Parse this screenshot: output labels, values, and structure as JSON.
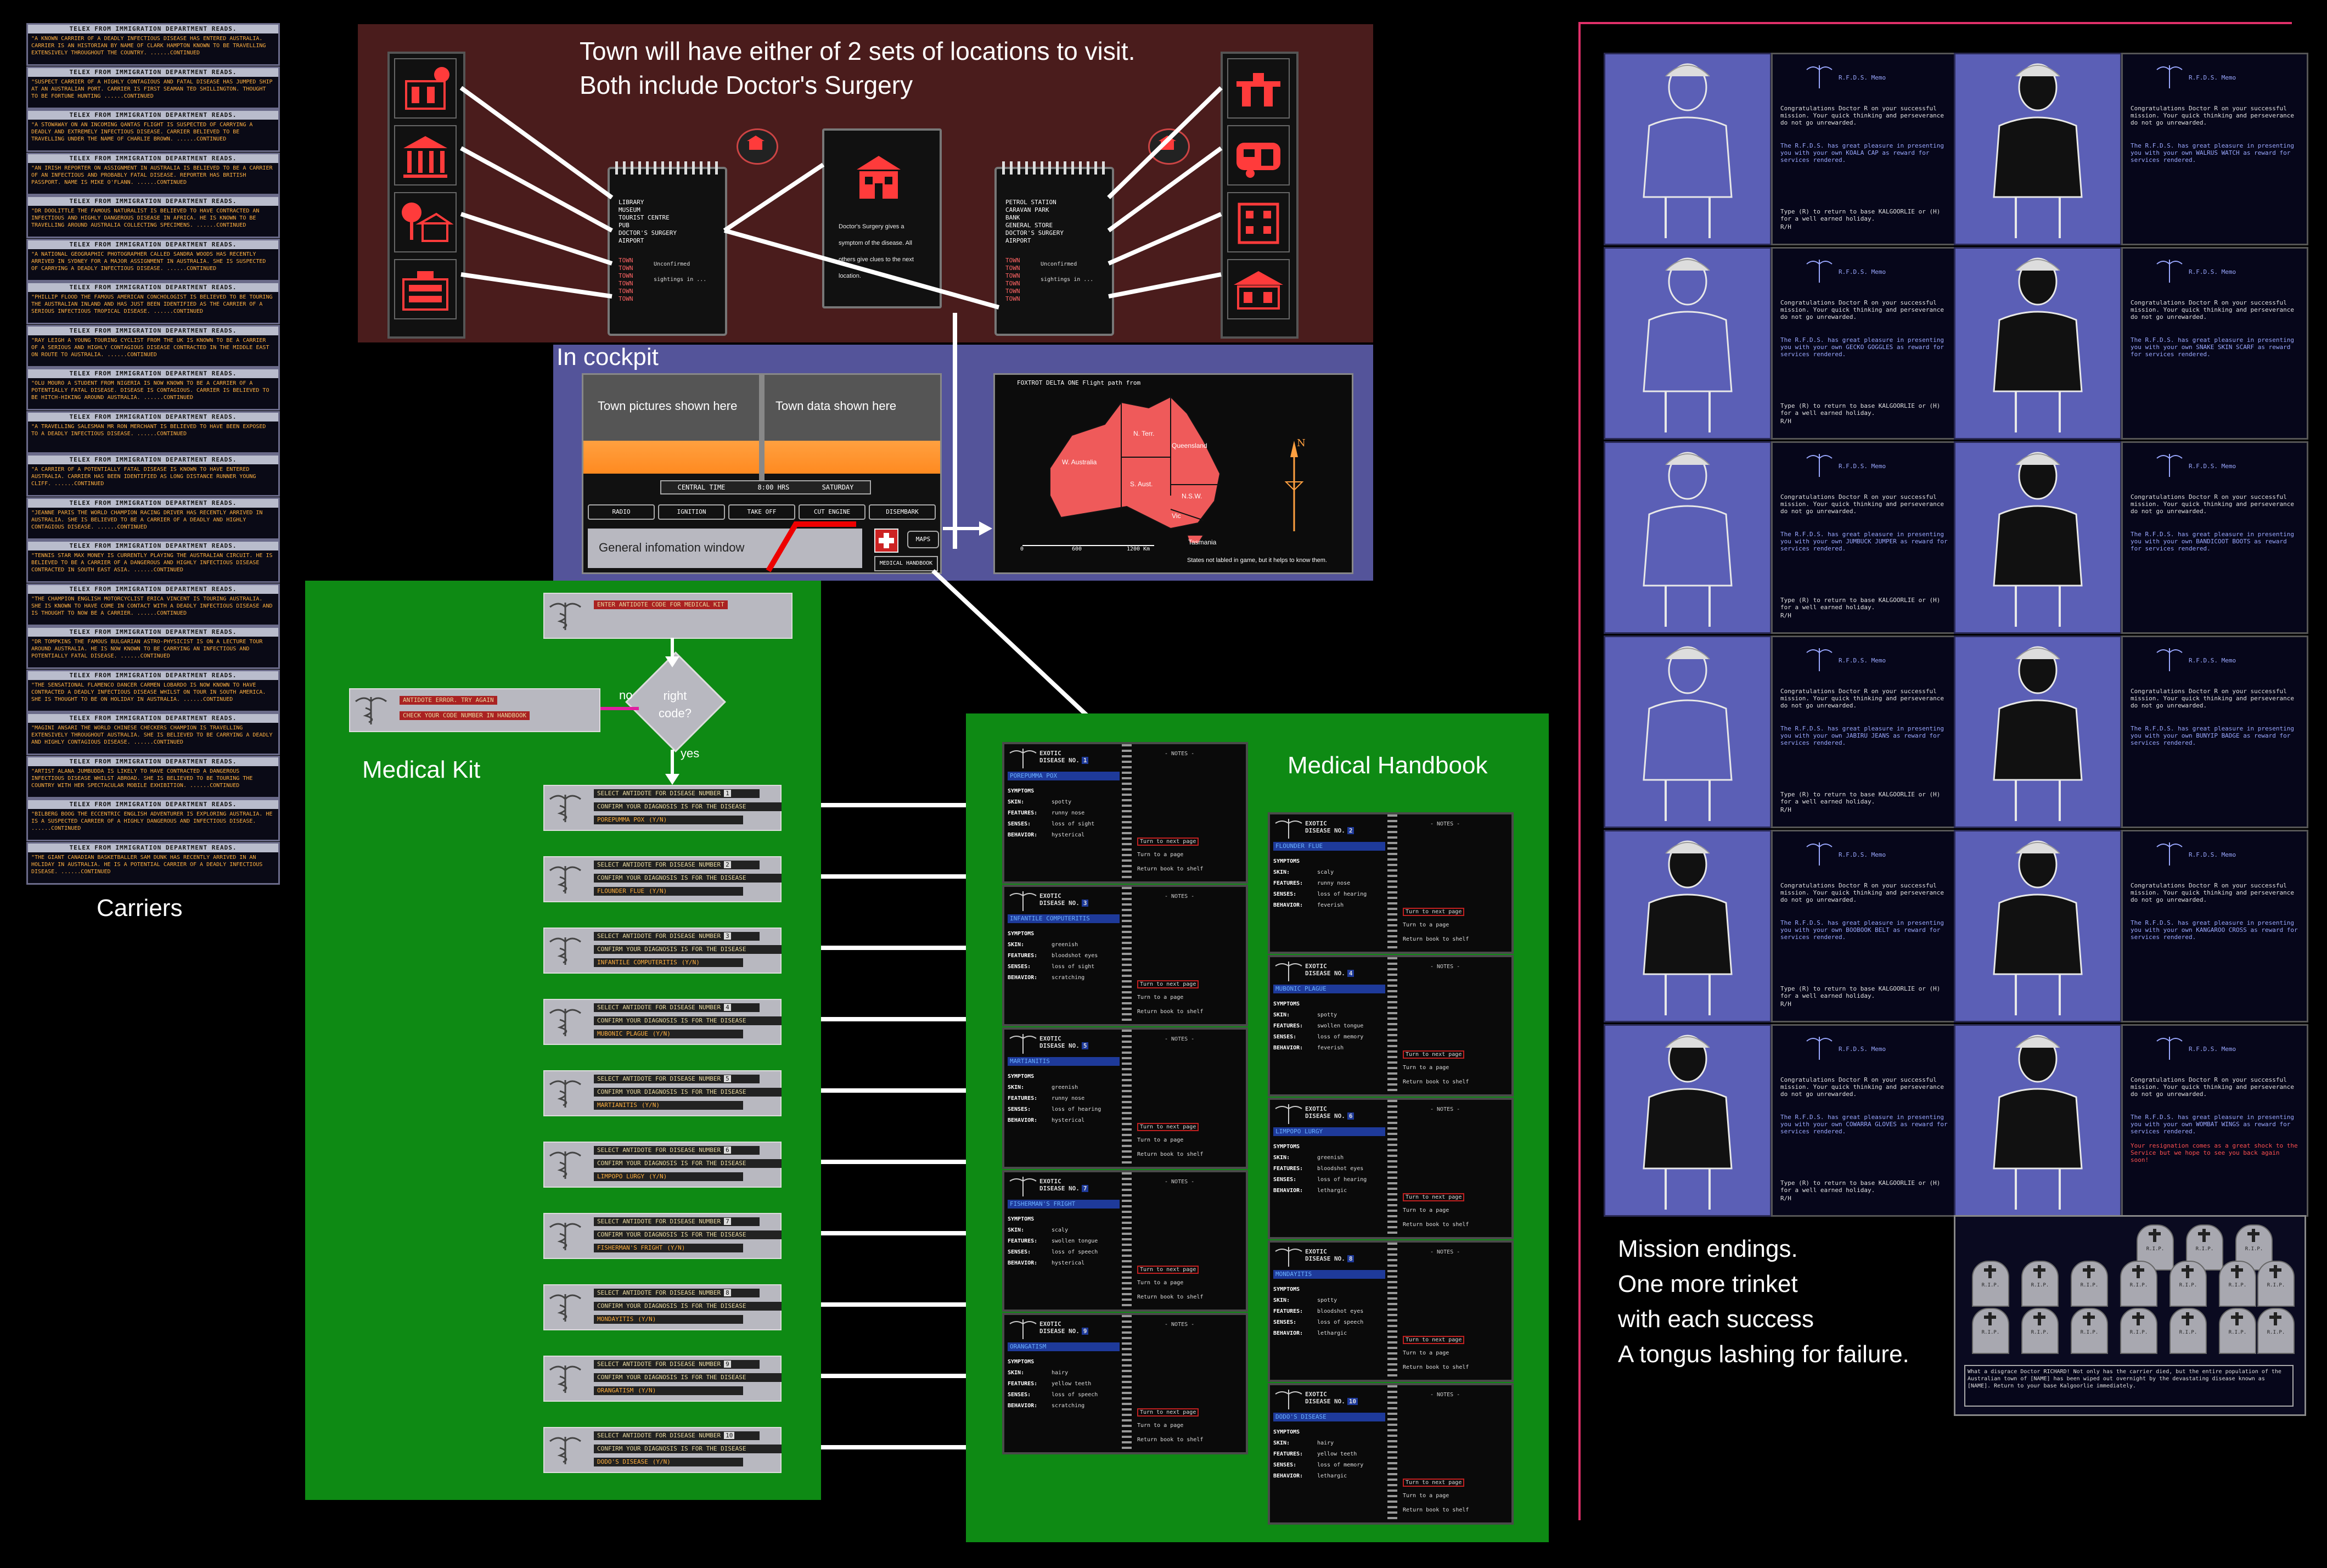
{
  "carriers": {
    "label": "Carriers",
    "header": "TELEX FROM IMMIGRATION DEPARTMENT READS.",
    "messages": [
      "\"A KNOWN CARRIER OF A DEADLY INFECTIOUS DISEASE HAS ENTERED AUSTRALIA. CARRIER IS AN HISTORIAN BY NAME OF CLARK HAMPTON KNOWN TO BE TRAVELLING EXTENSIVELY THROUGHOUT THE COUNTRY. ......CONTINUED",
      "\"SUSPECT CARRIER OF A HIGHLY CONTAGIOUS AND FATAL DISEASE HAS JUMPED SHIP AT AN AUSTRALIAN PORT. CARRIER IS FIRST SEAMAN TED SHILLINGTON. THOUGHT TO BE FORTUNE HUNTING ......CONTINUED",
      "\"A STOWAWAY ON AN INCOMING QANTAS FLIGHT IS SUSPECTED OF CARRYING A DEADLY AND EXTREMELY INFECTIOUS DISEASE. CARRIER BELIEVED TO BE TRAVELLING UNDER THE NAME OF CHARLIE BROWN. ......CONTINUED",
      "\"AN IRISH REPORTER ON ASSIGNMENT IN AUSTRALIA IS BELIEVED TO BE A CARRIER OF AN INFECTIOUS AND PROBABLY FATAL DISEASE. REPORTER HAS BRITISH PASSPORT. NAME IS MIKE O'FLANN. ......CONTINUED",
      "\"DR DOOLITTLE THE FAMOUS NATURALIST IS BELIEVED TO HAVE CONTRACTED AN INFECTIOUS AND HIGHLY DANGEROUS DISEASE IN AFRICA. HE IS KNOWN TO BE TRAVELLING AROUND AUSTRALIA COLLECTING SPECIMENS. ......CONTINUED",
      "\"A NATIONAL GEOGRAPHIC PHOTOGRAPHER CALLED SANDRA WOODS HAS RECENTLY ARRIVED IN SYDNEY FOR A MAJOR ASSIGNMENT IN AUSTRALIA. SHE IS SUSPECTED OF CARRYING A DEADLY INFECTIOUS DISEASE. ......CONTINUED",
      "\"PHILLIP FLOOD THE FAMOUS AMERICAN CONCHOLOGIST IS BELIEVED TO BE TOURING THE AUSTRALIAN INLAND AND HAS JUST BEEN IDENTIFIED AS THE CARRIER OF A SERIOUS INFECTIOUS TROPICAL DISEASE. ......CONTINUED",
      "\"RAY LEIGH A YOUNG TOURING CYCLIST FROM THE UK IS KNOWN TO BE A CARRIER OF A SERIOUS AND HIGHLY CONTAGIOUS DISEASE CONTRACTED IN THE MIDDLE EAST ON ROUTE TO AUSTRALIA. ......CONTINUED",
      "\"OLU MOURO A STUDENT FROM NIGERIA IS NOW KNOWN TO BE A CARRIER OF A POTENTIALLY FATAL DISEASE. DISEASE IS CONTAGIOUS. CARRIER IS BELIEVED TO BE HITCH-HIKING AROUND AUSTRALIA. ......CONTINUED",
      "\"A TRAVELLING SALESMAN MR RON MERCHANT IS BELIEVED TO HAVE BEEN EXPOSED TO A DEADLY INFECTIOUS DISEASE. ......CONTINUED",
      "\"A CARRIER OF A POTENTIALLY FATAL DISEASE IS KNOWN TO HAVE ENTERED AUSTRALIA. CARRIER HAS BEEN IDENTIFIED AS LONG DISTANCE RUNNER YOUNG CLIFF. ......CONTINUED",
      "\"JEANNE PARIS THE WORLD CHAMPION RACING DRIVER HAS RECENTLY ARRIVED IN AUSTRALIA. SHE IS BELIEVED TO BE A CARRIER OF A DEADLY AND HIGHLY CONTAGIOUS DISEASE. ......CONTINUED",
      "\"TENNIS STAR MAX MONEY IS CURRENTLY PLAYING THE AUSTRALIAN CIRCUIT. HE IS BELIEVED TO BE A CARRIER OF A DANGEROUS AND HIGHLY INFECTIOUS DISEASE CONTRACTED IN SOUTH EAST ASIA. ......CONTINUED",
      "\"THE CHAMPION ENGLISH MOTORCYCLIST ERICA VINCENT IS TOURING AUSTRALIA. SHE IS KNOWN TO HAVE COME IN CONTACT WITH A DEADLY INFECTIOUS DISEASE AND IS THOUGHT TO NOW BE A CARRIER. ......CONTINUED",
      "\"DR TOMPKINS THE FAMOUS BULGARIAN ASTRO-PHYSICIST IS ON A LECTURE TOUR AROUND AUSTRALIA. HE IS NOW KNOWN TO BE CARRYING AN INFECTIOUS AND POTENTIALLY FATAL DISEASE. ......CONTINUED",
      "\"THE SENSATIONAL FLAMENCO DANCER CARMEN LOBARDO IS NOW KNOWN TO HAVE CONTRACTED A DEADLY INFECTIOUS DISEASE WHILST ON TOUR IN SOUTH AMERICA. SHE IS THOUGHT TO BE ON HOLIDAY IN AUSTRALIA. ......CONTINUED",
      "\"MAGINI ANSARI THE WORLD CHINESE CHECKERS CHAMPION IS TRAVELLING EXTENSIVELY THROUGHOUT AUSTRALIA. SHE IS BELIEVED TO BE CARRYING A DEADLY AND HIGHLY CONTAGIOUS DISEASE. ......CONTINUED",
      "\"ARTIST ALANA JUMBUDDA IS LIKELY TO HAVE CONTRACTED A DANGEROUS INFECTIOUS DISEASE WHILST ABROAD. SHE IS BELIEVED TO BE TOURING THE COUNTRY WITH HER SPECTACULAR MOBILE EXHIBITION. ......CONTINUED",
      "\"BILBERG BOOG THE ECCENTRIC ENGLISH ADVENTURER IS EXPLORING AUSTRALIA. HE IS A SUSPECTED CARRIER OF A HIGHLY DANGEROUS AND INFECTIOUS DISEASE. ......CONTINUED",
      "\"THE GIANT CANADIAN BASKETBALLER SAM DUNK HAS RECENTLY ARRIVED IN AN HOLIDAY IN AUSTRALIA. HE IS A POTENTIAL CARRIER OF A DEADLY INFECTIOUS DISEASE. ......CONTINUED"
    ]
  },
  "town": {
    "line1": "Town will have either of 2 sets of locations to visit.",
    "line2": "Both include Doctor's Surgery",
    "set_a": [
      "LIBRARY",
      "MUSEUM",
      "TOURIST CENTRE",
      "PUB",
      "DOCTOR'S SURGERY",
      "AIRPORT"
    ],
    "set_b": [
      "PETROL STATION",
      "CARAVAN PARK",
      "BANK",
      "GENERAL STORE",
      "DOCTOR'S SURGERY",
      "AIRPORT"
    ],
    "town_list": [
      "TOWN",
      "TOWN",
      "TOWN",
      "TOWN",
      "TOWN",
      "TOWN"
    ],
    "unconfirmed": "Unconfirmed sightings in ...",
    "surgery_text": "Doctor's Surgery gives a symptom of the disease. All others give clues to the next location."
  },
  "cockpit": {
    "label": "In cockpit",
    "town_pictures": "Town pictures shown here",
    "town_data": "Town data shown here",
    "info_window": "General infomation window",
    "clock_label": "CENTRAL TIME",
    "clock_value": "8:00 HRS",
    "day": "SATURDAY",
    "buttons": [
      "RADIO",
      "IGNITION",
      "TAKE OFF",
      "CUT ENGINE",
      "DISEMBARK"
    ],
    "maps": "MAPS",
    "handbook_btn": "MEDICAL HANDBOOK"
  },
  "map": {
    "title": "FOXTROT DELTA ONE Flight path from",
    "regions": [
      "W. Australia",
      "N. Terr.",
      "Queensland",
      "S. Aust.",
      "N.S.W.",
      "Vic",
      "Tasmania"
    ],
    "scale": [
      "0",
      "600",
      "1200 Km"
    ],
    "note": "States not labled in game, but it helps to know them."
  },
  "kit": {
    "label": "Medical Kit",
    "decision": "right code?",
    "no": "no",
    "yes": "yes",
    "error_line1": "ANTIDOTE ERROR. TRY AGAIN",
    "error_line2": "CHECK YOUR CODE NUMBER IN HANDBOOK",
    "top_row": "ENTER ANTIDOTE CODE FOR MEDICAL KIT",
    "select": "SELECT ANTIDOTE FOR DISEASE NUMBER",
    "confirm": "CONFIRM YOUR DIAGNOSIS IS FOR THE DISEASE",
    "rows": [
      {
        "num": "1",
        "disease": "POREPUMMA POX",
        "yn": "(Y/N)"
      },
      {
        "num": "2",
        "disease": "FLOUNDER FLUE",
        "yn": "(Y/N)"
      },
      {
        "num": "3",
        "disease": "INFANTILE COMPUTERITIS",
        "yn": "(Y/N)"
      },
      {
        "num": "4",
        "disease": "MUBONIC PLAGUE",
        "yn": "(Y/N)"
      },
      {
        "num": "5",
        "disease": "MARTIANITIS",
        "yn": "(Y/N)"
      },
      {
        "num": "6",
        "disease": "LIMPOPO LURGY",
        "yn": "(Y/N)"
      },
      {
        "num": "7",
        "disease": "FISHERMAN'S FRIGHT",
        "yn": "(Y/N)"
      },
      {
        "num": "8",
        "disease": "MONDAYITIS",
        "yn": "(Y/N)"
      },
      {
        "num": "9",
        "disease": "ORANGATISM",
        "yn": "(Y/N)"
      },
      {
        "num": "10",
        "disease": "DODO'S DISEASE",
        "yn": "(Y/N)"
      }
    ]
  },
  "handbook": {
    "label": "Medical Handbook",
    "exotic": "EXOTIC",
    "disease_no": "DISEASE NO.",
    "notes": "- NOTES -",
    "symptoms": "SYMPTOMS",
    "skin": "SKIN:",
    "features": "FEATURES:",
    "senses": "SENSES:",
    "behavior": "BEHAVIOR:",
    "turn_next": "Turn to next page",
    "turn_a": "Turn to a page",
    "return": "Return book to shelf",
    "pages": [
      {
        "num": "1",
        "name": "POREPUMMA POX",
        "skin": "spotty",
        "features": "runny nose",
        "senses": "loss of sight",
        "behavior": "hysterical"
      },
      {
        "num": "2",
        "name": "FLOUNDER FLUE",
        "skin": "scaly",
        "features": "runny nose",
        "senses": "loss of hearing",
        "behavior": "feverish"
      },
      {
        "num": "3",
        "name": "INFANTILE COMPUTERITIS",
        "skin": "greenish",
        "features": "bloodshot eyes",
        "senses": "loss of sight",
        "behavior": "scratching"
      },
      {
        "num": "4",
        "name": "MUBONIC PLAGUE",
        "skin": "spotty",
        "features": "swollen tongue",
        "senses": "loss of memory",
        "behavior": "feverish"
      },
      {
        "num": "5",
        "name": "MARTIANITIS",
        "skin": "greenish",
        "features": "runny nose",
        "senses": "loss of hearing",
        "behavior": "hysterical"
      },
      {
        "num": "6",
        "name": "LIMPOPO LURGY",
        "skin": "greenish",
        "features": "bloodshot eyes",
        "senses": "loss of hearing",
        "behavior": "lethargic"
      },
      {
        "num": "7",
        "name": "FISHERMAN'S FRIGHT",
        "skin": "scaly",
        "features": "swollen tongue",
        "senses": "loss of speech",
        "behavior": "hysterical"
      },
      {
        "num": "8",
        "name": "MONDAYITIS",
        "skin": "spotty",
        "features": "bloodshot eyes",
        "senses": "loss of speech",
        "behavior": "lethargic"
      },
      {
        "num": "9",
        "name": "ORANGATISM",
        "skin": "hairy",
        "features": "yellow teeth",
        "senses": "loss of speech",
        "behavior": "scratching"
      },
      {
        "num": "10",
        "name": "DODO'S DISEASE",
        "skin": "hairy",
        "features": "yellow teeth",
        "senses": "loss of memory",
        "behavior": "lethargic"
      }
    ]
  },
  "endings": {
    "caption": [
      "Mission endings.",
      "One more trinket",
      "with each success",
      "A tongus lashing for failure."
    ],
    "rfds": "R.F.D.S.  Memo",
    "congrats": "Congratulations Doctor R on your successful mission. Your quick thinking and perseverance do not go unrewarded.",
    "rewards": [
      "The R.F.D.S. has great pleasure in presenting you with your own KOALA CAP as reward for services rendered.",
      "The R.F.D.S. has great pleasure in presenting you with your own WALRUS WATCH as reward for services rendered.",
      "The R.F.D.S. has great pleasure in presenting you with your own GECKO GOGGLES as reward for services rendered.",
      "The R.F.D.S. has great pleasure in presenting you with your own SNAKE SKIN SCARF as reward for services rendered.",
      "The R.F.D.S. has great pleasure in presenting you with your own JUMBUCK JUMPER as reward for services rendered.",
      "The R.F.D.S. has great pleasure in presenting you with your own BANDICOOT BOOTS as reward for services rendered.",
      "The R.F.D.S. has great pleasure in presenting you with your own JABIRU JEANS as reward for services rendered.",
      "The R.F.D.S. has great pleasure in presenting you with your own BUNYIP BADGE as reward for services rendered.",
      "The R.F.D.S. has great pleasure in presenting you with your own BOOBOOK BELT as reward for services rendered.",
      "The R.F.D.S. has great pleasure in presenting you with your own KANGAROO CROSS as reward for services rendered.",
      "The R.F.D.S. has great pleasure in presenting you with your own COWARRA GLOVES as reward for services rendered.",
      "The R.F.D.S. has great pleasure in presenting you with your own WOMBAT WINGS as reward for services rendered."
    ],
    "resign": "Your resignation comes as a great shock to the Service but we hope to see you back again soon!",
    "return_line": "Type (R) to return to base KALGOORLIE or (H) for a well earned holiday.",
    "rh": "R/H",
    "rip": "R.I.P.",
    "failure": "What a disgrace Doctor RICHARD! Not only has the carrier died, but the entire population of the Australian town of [NAME] has been wiped out overnight by the devastating disease known as [NAME]. Return to your base Kalgoorlie immediately."
  },
  "colors": {
    "town_bg": "#4a1c1c",
    "cockpit_bg": "#54549a",
    "kit_green": "#0e8a14",
    "map_red": "#ef5a5a",
    "mission_blue": "#5b5fb6"
  }
}
